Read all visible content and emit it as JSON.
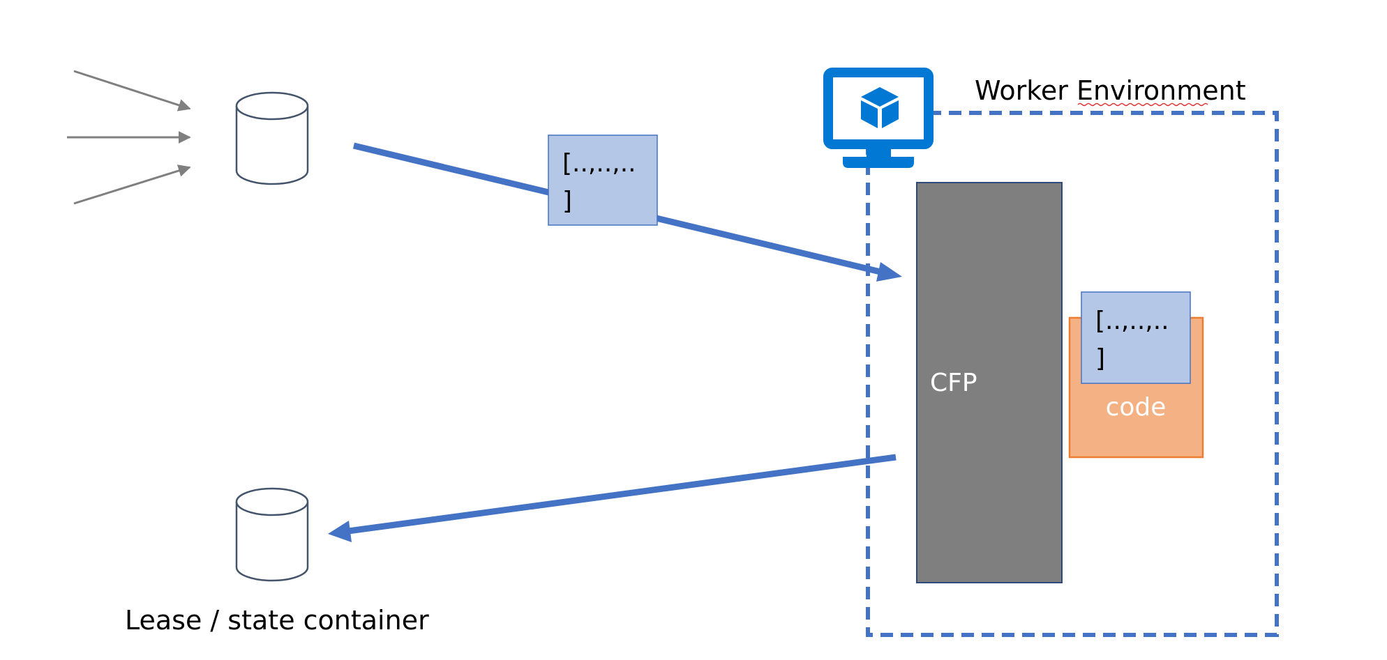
{
  "worker_environment": {
    "title": "Worker Environment"
  },
  "batch_in_transit": {
    "line1": "[..,..,..",
    "line2": "]"
  },
  "batch_in_code": {
    "line1": "[..,..,..",
    "line2": "]"
  },
  "processor": {
    "label": "CFP"
  },
  "user_code": {
    "label": "code"
  },
  "lease_container": {
    "label": "Lease / state container"
  },
  "colors": {
    "flow_arrow": "#4472c4",
    "input_arrow": "#7f7f7f",
    "batch_fill": "#b4c7e7",
    "batch_border": "#4472c4",
    "processor_fill": "#7f7f7f",
    "processor_border": "#2f4a7a",
    "code_fill": "#f4b183",
    "code_border": "#ed7d31",
    "container_border": "#4472c4",
    "vm_icon": "#0078d4",
    "db_stroke": "#44546a",
    "spellcheck": "#e03030"
  }
}
